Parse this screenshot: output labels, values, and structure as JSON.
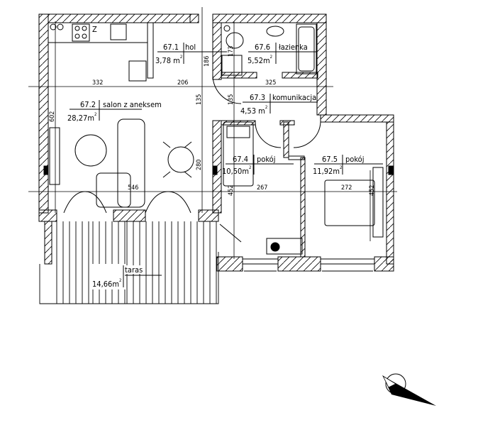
{
  "rooms": [
    {
      "number": "67.1",
      "name": "hol",
      "area": "3,78 m",
      "unit_sup": "2"
    },
    {
      "number": "67.2",
      "name": "salon z aneksem",
      "area": "28,27m",
      "unit_sup": "2"
    },
    {
      "number": "67.3",
      "name": "komunikacja",
      "area": "4,53 m",
      "unit_sup": "2"
    },
    {
      "number": "67.4",
      "name": "pokój",
      "area": "10,50m",
      "unit_sup": "2"
    },
    {
      "number": "67.5",
      "name": "pokój",
      "area": "11,92m",
      "unit_sup": "2"
    },
    {
      "number": "67.6",
      "name": "łazienka",
      "area": "5,52m",
      "unit_sup": "2"
    }
  ],
  "terrace": {
    "name": "taras",
    "area": "14,66m",
    "unit_sup": "2"
  },
  "dimensions": {
    "d332": "332",
    "d206": "206",
    "d325": "325",
    "d186": "186",
    "d173": "173",
    "d135a": "135",
    "d135b": "135",
    "d602": "602",
    "d546": "546",
    "d280": "280",
    "d452a": "452",
    "d267": "267",
    "d272": "272",
    "d452b": "452"
  },
  "kitchen_mark": "Z"
}
